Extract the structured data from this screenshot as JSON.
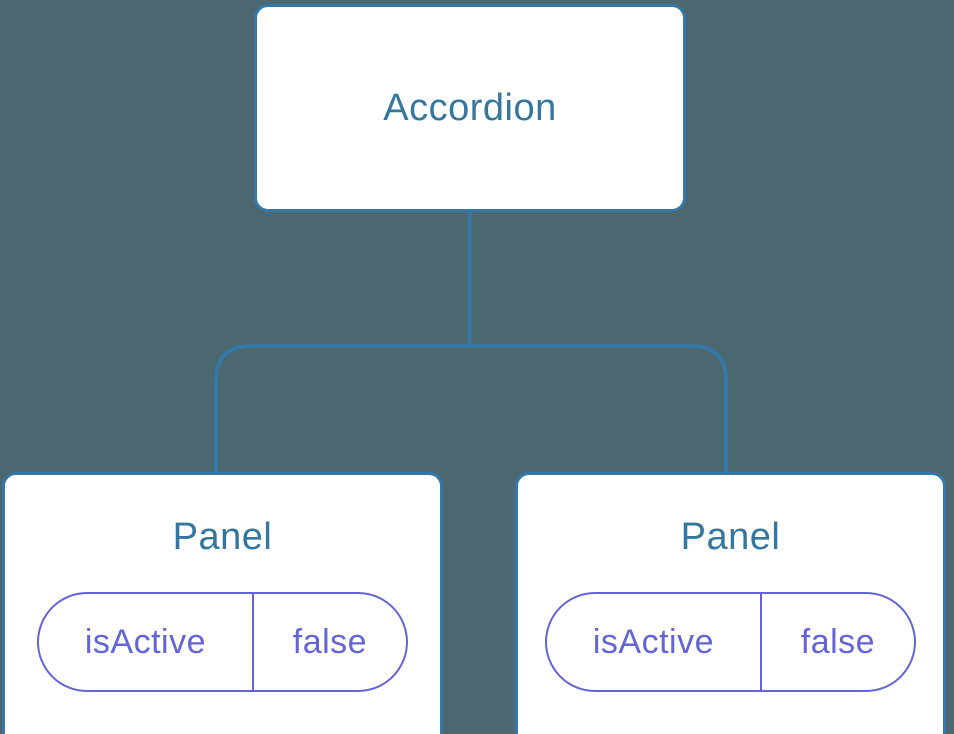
{
  "tree": {
    "root": {
      "label": "Accordion"
    },
    "children": [
      {
        "label": "Panel",
        "props": [
          {
            "name": "isActive",
            "value": "false"
          }
        ]
      },
      {
        "label": "Panel",
        "props": [
          {
            "name": "isActive",
            "value": "false"
          }
        ]
      }
    ]
  },
  "colors": {
    "background": "#4B6770",
    "node_background": "#FFFFFF",
    "node_border": "#3478A8",
    "node_label": "#35769F",
    "connector_line": "#3478A8",
    "prop_accent": "#6464D9"
  }
}
